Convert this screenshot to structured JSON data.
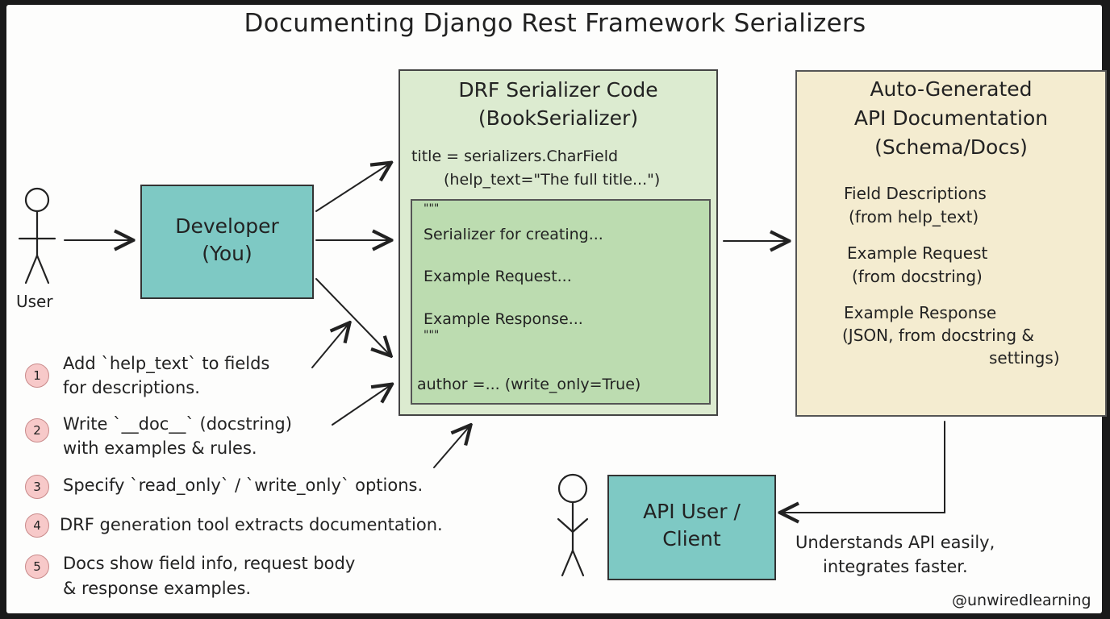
{
  "title": "Documenting Django Rest Framework Serializers",
  "user_label": "User",
  "developer": {
    "line1": "Developer",
    "line2": "(You)"
  },
  "serializer": {
    "title_line1": "DRF Serializer Code",
    "title_line2": "(BookSerializer)",
    "code_line1": "title = serializers.CharField",
    "code_line2": "(help_text=\"The full title...\")",
    "docstring_open": "\"\"\"",
    "doc_line1": "Serializer for creating...",
    "doc_line2": "Example Request...",
    "doc_line3": "Example Response...",
    "docstring_close": "\"\"\"",
    "author_line": "author =... (write_only=True)"
  },
  "docs": {
    "title_line1": "Auto-Generated",
    "title_line2": "API Documentation",
    "title_line3": "(Schema/Docs)",
    "item1_line1": "Field Descriptions",
    "item1_line2": "(from help_text)",
    "item2_line1": "Example Request",
    "item2_line2": "(from docstring)",
    "item3_line1": "Example Response",
    "item3_line2": "(JSON, from docstring &",
    "item3_line3": "settings)"
  },
  "client": {
    "line1": "API User /",
    "line2": "Client"
  },
  "client_note": {
    "line1": "Understands API easily,",
    "line2": "integrates faster."
  },
  "steps": [
    {
      "num": "1",
      "line1": "Add `help_text` to fields",
      "line2": "for descriptions."
    },
    {
      "num": "2",
      "line1": "Write `__doc__` (docstring)",
      "line2": "with examples & rules."
    },
    {
      "num": "3",
      "line1": "Specify `read_only` / `write_only` options.",
      "line2": ""
    },
    {
      "num": "4",
      "line1": "DRF generation tool extracts documentation.",
      "line2": ""
    },
    {
      "num": "5",
      "line1": "Docs show field info, request body",
      "line2": "& response examples."
    }
  ],
  "credit": "@unwiredlearning",
  "colors": {
    "developer_fill": "#7ec9c4",
    "serializer_fill": "#dcebd0",
    "docstring_fill": "#bcdcb0",
    "docs_fill": "#f4ecd0",
    "step_badge_fill": "#f7c9c9"
  }
}
